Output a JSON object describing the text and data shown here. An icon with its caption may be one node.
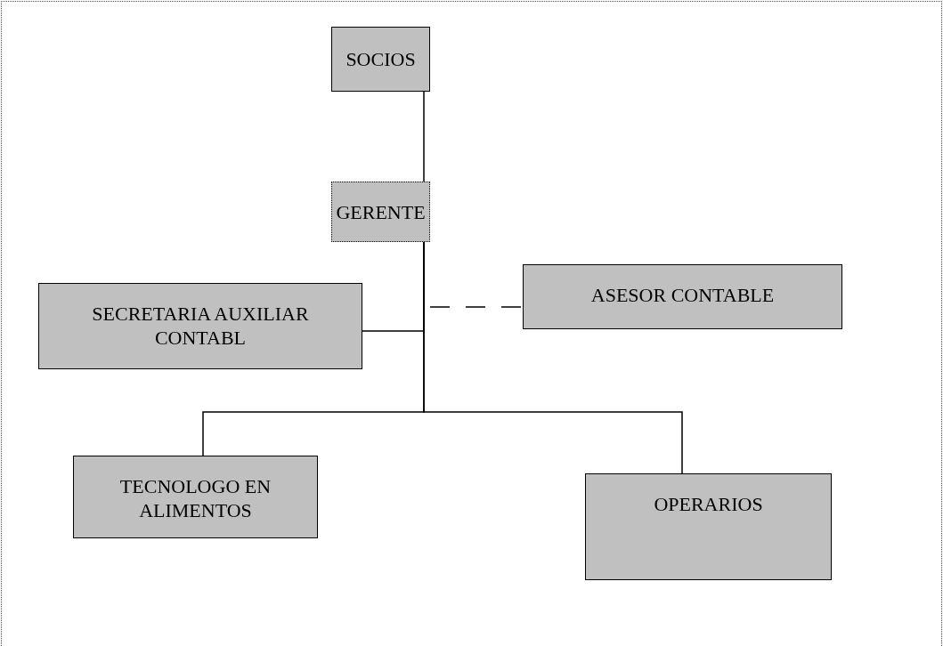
{
  "diagram": {
    "nodes": [
      {
        "text": [
          "SOCIOS"
        ]
      },
      {
        "text": [
          "GERENTE"
        ]
      },
      {
        "text": [
          "SECRETARIA AUXILIAR CONTABL"
        ]
      },
      {
        "text": [
          "ASESOR CONTABLE"
        ]
      },
      {
        "text": [
          "TECNOLOGO EN ALIMENTOS"
        ]
      },
      {
        "text": [
          "OPERARIOS"
        ]
      }
    ],
    "edges": [
      {
        "from": 0,
        "to": 1,
        "arrow": "none"
      },
      {
        "from": 1,
        "to": 2,
        "arrow": "none"
      },
      {
        "from": 1,
        "to": 3,
        "arrow": "none",
        "style": "dashed"
      },
      {
        "from": 1,
        "to": 4,
        "arrow": "none"
      },
      {
        "from": 1,
        "to": 5,
        "arrow": "none"
      }
    ]
  }
}
